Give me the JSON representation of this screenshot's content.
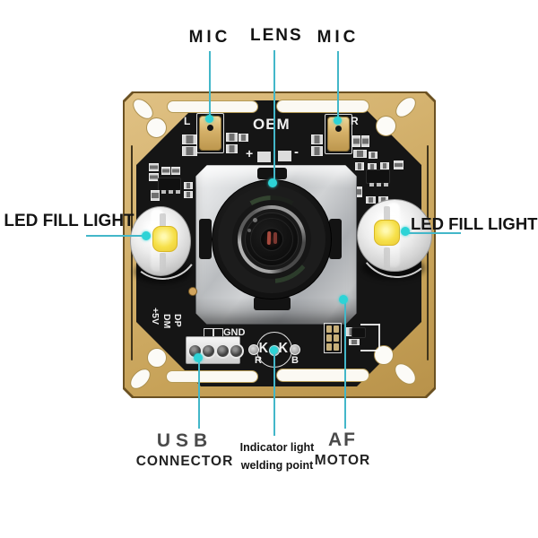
{
  "annotations": {
    "mic_left": "MIC",
    "lens": "LENS",
    "mic_right": "MIC",
    "led_fill_left": "LED FILL LIGHT",
    "led_fill_right": "LED FILL LIGHT",
    "usb_title": "USB",
    "usb_subtitle": "CONNECTOR",
    "indicator_line1": "Indicator light",
    "indicator_line2": "welding point",
    "af_title": "AF",
    "af_subtitle": "MOTOR"
  },
  "pcb_silkscreen": {
    "oem": "OEM",
    "mic_left_channel": "L",
    "mic_right_channel": "R",
    "polarity_plus": "+",
    "polarity_minus": "-",
    "usb_pin_5v": "+5V",
    "usb_pin_dm": "DM",
    "usb_pin_dp": "DP",
    "usb_pin_gnd": "GND",
    "indicator_red": "R",
    "indicator_blue": "B",
    "diode_symbol_left": "K",
    "diode_symbol_right": "K"
  },
  "colors": {
    "pcb_gold": "#d3b06b",
    "solder_mask_black": "#151515",
    "annotation_line": "#43b7c9",
    "annotation_dot": "#2dd3d6",
    "led_chip_yellow": "#f1d94a",
    "lens_reflection_red": "#a8473c"
  }
}
